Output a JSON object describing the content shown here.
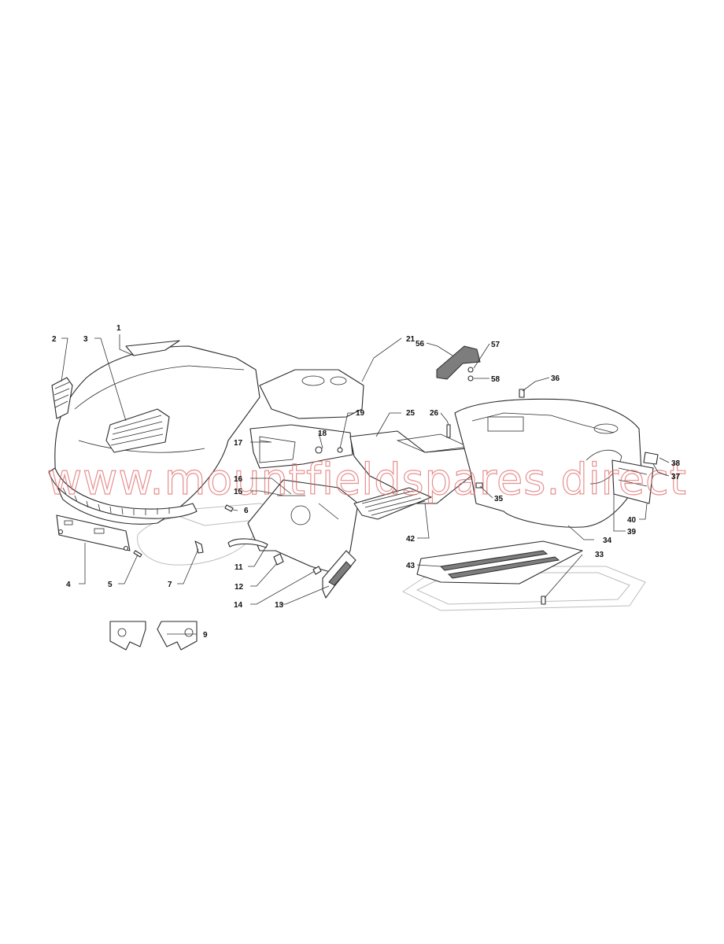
{
  "watermark": "www.mountfieldspares.direct",
  "callouts": [
    {
      "id": "c1",
      "label": "1"
    },
    {
      "id": "c2",
      "label": "2"
    },
    {
      "id": "c3",
      "label": "3"
    },
    {
      "id": "c4",
      "label": "4"
    },
    {
      "id": "c5",
      "label": "5"
    },
    {
      "id": "c6",
      "label": "6"
    },
    {
      "id": "c7",
      "label": "7"
    },
    {
      "id": "c9",
      "label": "9"
    },
    {
      "id": "c11",
      "label": "11"
    },
    {
      "id": "c12",
      "label": "12"
    },
    {
      "id": "c13",
      "label": "13"
    },
    {
      "id": "c14",
      "label": "14"
    },
    {
      "id": "c15",
      "label": "15"
    },
    {
      "id": "c16",
      "label": "16"
    },
    {
      "id": "c17",
      "label": "17"
    },
    {
      "id": "c18",
      "label": "18"
    },
    {
      "id": "c19",
      "label": "19"
    },
    {
      "id": "c21",
      "label": "21"
    },
    {
      "id": "c25",
      "label": "25"
    },
    {
      "id": "c26",
      "label": "26"
    },
    {
      "id": "c33",
      "label": "33"
    },
    {
      "id": "c34",
      "label": "34"
    },
    {
      "id": "c35",
      "label": "35"
    },
    {
      "id": "c36",
      "label": "36"
    },
    {
      "id": "c37",
      "label": "37"
    },
    {
      "id": "c38",
      "label": "38"
    },
    {
      "id": "c39",
      "label": "39"
    },
    {
      "id": "c40",
      "label": "40"
    },
    {
      "id": "c42",
      "label": "42"
    },
    {
      "id": "c43",
      "label": "43"
    },
    {
      "id": "c56",
      "label": "56"
    },
    {
      "id": "c57",
      "label": "57"
    },
    {
      "id": "c58",
      "label": "58"
    }
  ]
}
